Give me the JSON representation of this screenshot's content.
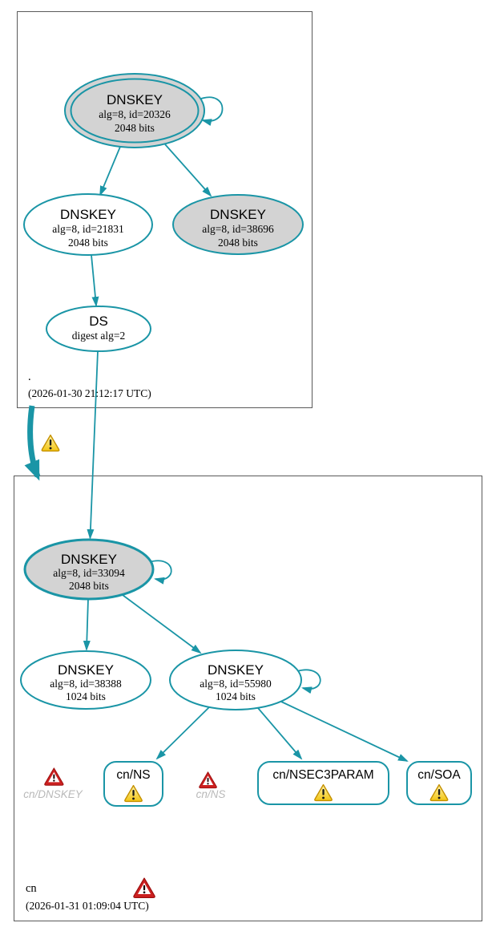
{
  "colors": {
    "edge_color": "#1a95a6",
    "ksk_fill": "#d3d3d3",
    "node_fill": "#ffffff",
    "warning_color": "#f5c514",
    "error_color": "#cc2020",
    "ghost_color": "#b9b9b9"
  },
  "icons": {
    "warning": "yellow-exclamation-triangle",
    "error": "red-exclamation-triangle"
  },
  "root_zone": {
    "name": ".",
    "timestamp": "(2026-01-30 21:12:17 UTC)",
    "ksk": {
      "label": "DNSKEY",
      "detail": "alg=8, id=20326",
      "bits": "2048 bits"
    },
    "zsk": {
      "label": "DNSKEY",
      "detail": "alg=8, id=21831",
      "bits": "2048 bits"
    },
    "zsk2": {
      "label": "DNSKEY",
      "detail": "alg=8, id=38696",
      "bits": "2048 bits"
    },
    "ds": {
      "label": "DS",
      "detail": "digest alg=2"
    }
  },
  "cn_zone": {
    "name": "cn",
    "timestamp": "(2026-01-31 01:09:04 UTC)",
    "ksk": {
      "label": "DNSKEY",
      "detail": "alg=8, id=33094",
      "bits": "2048 bits"
    },
    "zsk1": {
      "label": "DNSKEY",
      "detail": "alg=8, id=38388",
      "bits": "1024 bits"
    },
    "zsk2": {
      "label": "DNSKEY",
      "detail": "alg=8, id=55980",
      "bits": "1024 bits"
    },
    "rrsets": [
      {
        "label": "cn/NS"
      },
      {
        "label": "cn/NSEC3PARAM"
      },
      {
        "label": "cn/SOA"
      }
    ],
    "errors": [
      {
        "label": "cn/DNSKEY"
      },
      {
        "label": "cn/NS"
      }
    ]
  }
}
